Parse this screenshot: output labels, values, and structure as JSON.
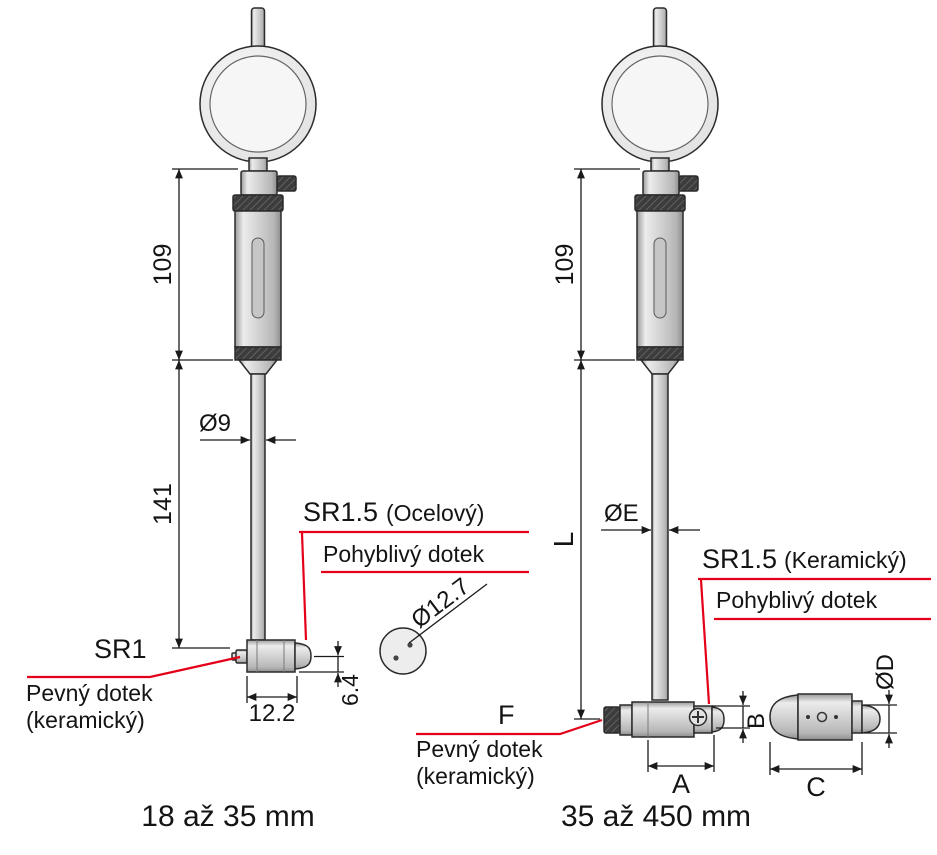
{
  "colors": {
    "leader_red": "#e50019",
    "ink": "#141414"
  },
  "left_gauge": {
    "caption": "18 až 35 mm",
    "dim_upper_height": "109",
    "dim_lower_height": "141",
    "dim_rod_diameter": "Ø9",
    "dim_head_length": "12.2",
    "dim_tip_offset": "6.4",
    "dim_contact_diameter": "Ø12.7",
    "movable_contact_radius": "SR1.5",
    "movable_contact_material": "(Ocelový)",
    "movable_contact_name": "Pohyblivý dotek",
    "fixed_contact_radius": "SR1",
    "fixed_contact_name": "Pevný dotek",
    "fixed_contact_material": "(keramický)"
  },
  "right_gauge": {
    "caption": "35 až 450 mm",
    "dim_upper_height": "109",
    "dim_lower_height": "L",
    "dim_rod_diameter": "ØE",
    "dim_head_length": "A",
    "dim_tip_offset": "B",
    "dim_head_width": "C",
    "dim_contact_diameter": "ØD",
    "dim_fixed_label": "F",
    "movable_contact_radius": "SR1.5",
    "movable_contact_material": "(Keramický)",
    "movable_contact_name": "Pohyblivý dotek",
    "fixed_contact_name": "Pevný dotek",
    "fixed_contact_material": "(keramický)"
  }
}
